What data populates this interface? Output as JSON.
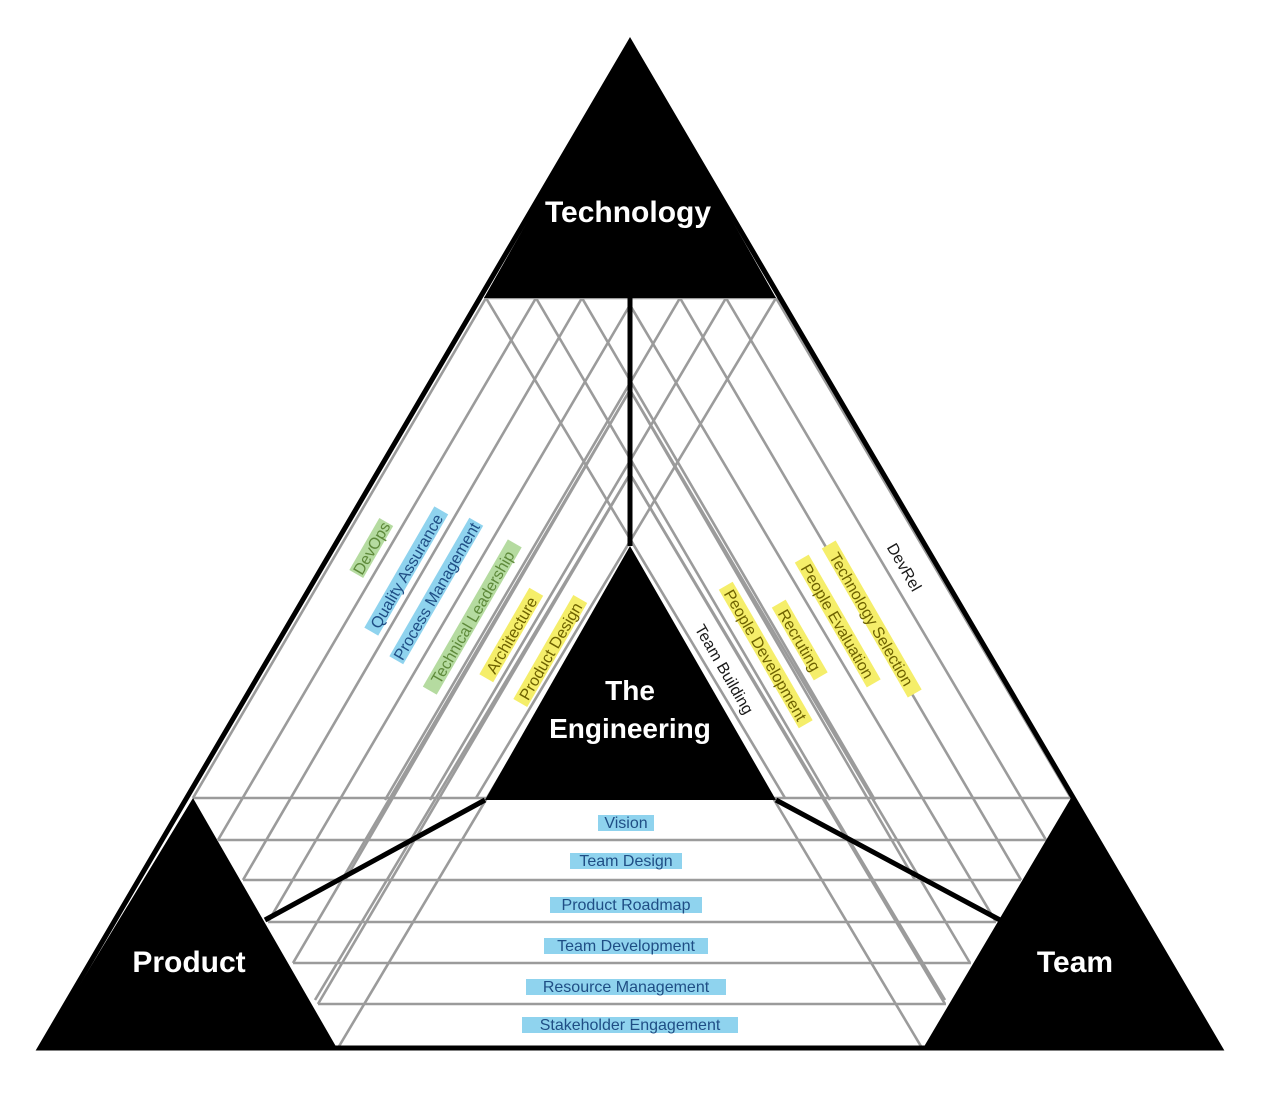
{
  "corners": {
    "technology": "Technology",
    "product": "Product",
    "team": "Team"
  },
  "center": {
    "line1": "The",
    "line2": "Engineering"
  },
  "left_items": [
    {
      "label": "DevOps",
      "highlight": "green"
    },
    {
      "label": "Quality Assurance",
      "highlight": "blue"
    },
    {
      "label": "Process Management",
      "highlight": "blue"
    },
    {
      "label": "Technical Leadership",
      "highlight": "green"
    },
    {
      "label": "Architecture",
      "highlight": "yellow"
    },
    {
      "label": "Product Design",
      "highlight": "yellow"
    }
  ],
  "right_items": [
    {
      "label": "DevRel",
      "highlight": "none"
    },
    {
      "label": "Technology Selection",
      "highlight": "yellow"
    },
    {
      "label": "People Evaluation",
      "highlight": "yellow"
    },
    {
      "label": "Recruting",
      "highlight": "yellow"
    },
    {
      "label": "People Development",
      "highlight": "yellow"
    },
    {
      "label": "Team Building",
      "highlight": "none"
    }
  ],
  "bottom_items": [
    {
      "label": "Vision",
      "highlight": "blue"
    },
    {
      "label": "Team Design",
      "highlight": "blue"
    },
    {
      "label": "Product Roadmap",
      "highlight": "blue"
    },
    {
      "label": "Team Development",
      "highlight": "blue"
    },
    {
      "label": "Resource Management",
      "highlight": "blue"
    },
    {
      "label": "Stakeholder Engagement",
      "highlight": "blue"
    }
  ],
  "colors": {
    "outline": "#000000",
    "hatch": "#9b9b9b",
    "highlight_green": "#b5dba0",
    "highlight_blue": "#8fd3ee",
    "highlight_yellow": "#f5ee6a",
    "text_green": "#5e8a3a",
    "text_blue": "#1f4e85",
    "text_yellow": "#6e6200",
    "text_plain": "#1a1a1a"
  }
}
